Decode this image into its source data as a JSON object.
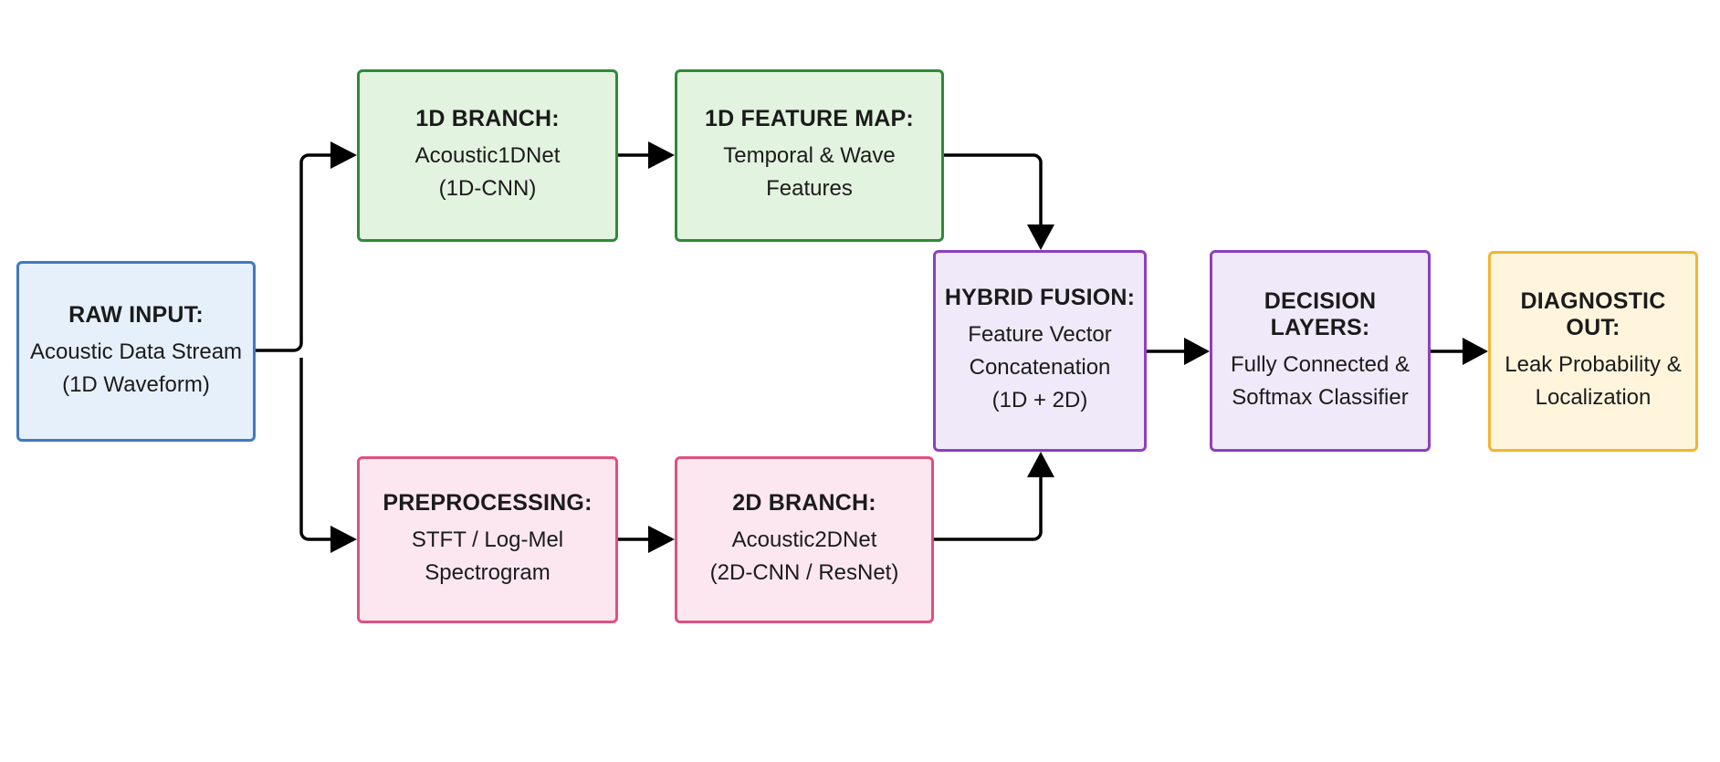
{
  "nodes": {
    "raw_input": {
      "title": "RAW INPUT:",
      "lines": [
        "Acoustic Data Stream",
        "(1D Waveform)"
      ]
    },
    "branch_1d": {
      "title": "1D BRANCH:",
      "lines": [
        "Acoustic1DNet",
        "(1D-CNN)"
      ]
    },
    "feature_map_1d": {
      "title": "1D FEATURE MAP:",
      "lines": [
        "Temporal & Wave",
        "Features"
      ]
    },
    "preprocessing": {
      "title": "PREPROCESSING:",
      "lines": [
        "STFT / Log-Mel",
        "Spectrogram"
      ]
    },
    "branch_2d": {
      "title": "2D BRANCH:",
      "lines": [
        "Acoustic2DNet",
        "(2D-CNN / ResNet)"
      ]
    },
    "hybrid_fusion": {
      "title": "HYBRID FUSION:",
      "lines": [
        "Feature Vector",
        "Concatenation",
        "(1D + 2D)"
      ]
    },
    "decision_layers": {
      "title": "DECISION LAYERS:",
      "lines": [
        "Fully Connected &",
        "Softmax Classifier"
      ]
    },
    "diagnostic_out": {
      "title": "DIAGNOSTIC OUT:",
      "lines": [
        "Leak Probability &",
        "Localization"
      ]
    }
  },
  "edges": [
    {
      "from": "raw_input",
      "to": "branch_1d"
    },
    {
      "from": "raw_input",
      "to": "preprocessing"
    },
    {
      "from": "branch_1d",
      "to": "feature_map_1d"
    },
    {
      "from": "preprocessing",
      "to": "branch_2d"
    },
    {
      "from": "feature_map_1d",
      "to": "hybrid_fusion"
    },
    {
      "from": "branch_2d",
      "to": "hybrid_fusion"
    },
    {
      "from": "hybrid_fusion",
      "to": "decision_layers"
    },
    {
      "from": "decision_layers",
      "to": "diagnostic_out"
    }
  ],
  "colors": {
    "input_fill": "#e6f0fb",
    "input_border": "#3f79bf",
    "branch1d_fill": "#e2f3df",
    "branch1d_border": "#2f8a37",
    "branch2d_fill": "#fce7f1",
    "branch2d_border": "#e0507f",
    "fusion_fill": "#efe9f9",
    "fusion_border": "#8e3fbf",
    "output_fill": "#fff5dc",
    "output_border": "#f2b533",
    "arrow": "#000000"
  }
}
